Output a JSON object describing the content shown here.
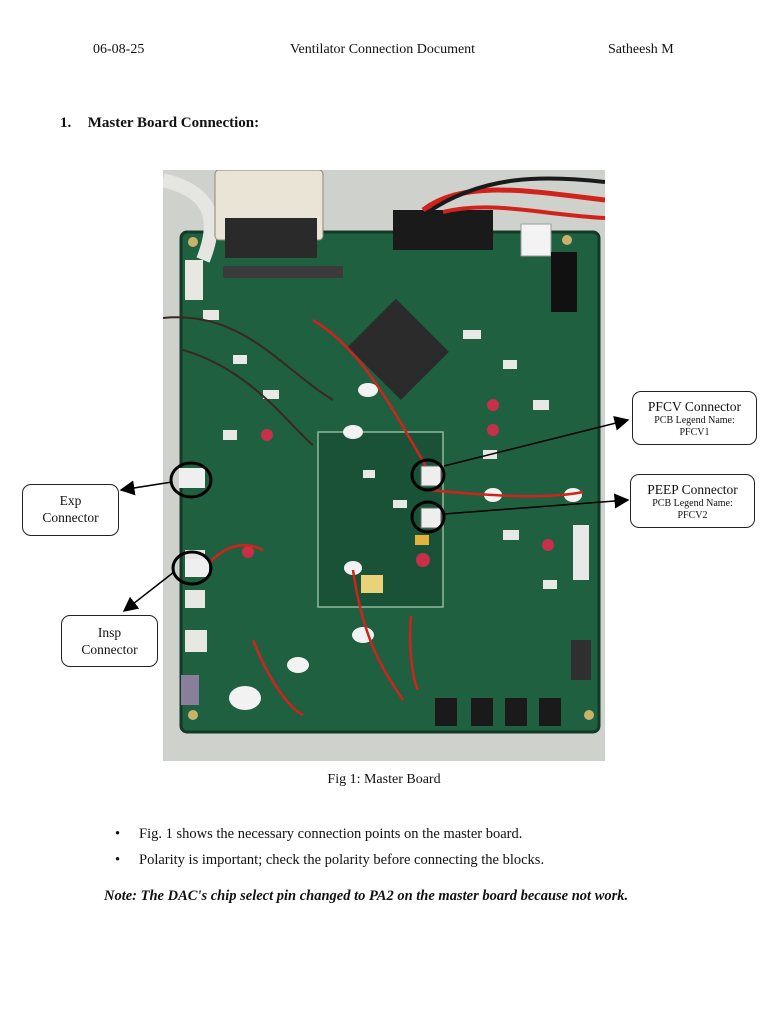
{
  "header": {
    "date": "06-08-25",
    "title": "Ventilator Connection Document",
    "author": "Satheesh M"
  },
  "section": {
    "number": "1.",
    "title": "Master Board Connection:"
  },
  "figure": {
    "caption": "Fig 1: Master Board",
    "callouts": {
      "exp": {
        "line1": "Exp",
        "line2": "Connector"
      },
      "insp": {
        "line1": "Insp",
        "line2": "Connector"
      },
      "pfcv": {
        "title": "PFCV Connector",
        "legend_label": "PCB Legend Name:",
        "legend_value": "PFCV1"
      },
      "peep": {
        "title": "PEEP Connector",
        "legend_label": "PCB Legend Name:",
        "legend_value": "PFCV2"
      }
    }
  },
  "bullets": [
    "Fig. 1 shows the necessary connection points on the master board.",
    "Polarity is important; check the polarity before connecting the blocks."
  ],
  "note": "Note: The DAC's chip select pin changed to PA2 on the master board because not work.",
  "colors": {
    "pcb_green": "#1d5b3e",
    "wire_red": "#d0231c",
    "background": "#ffffff"
  }
}
